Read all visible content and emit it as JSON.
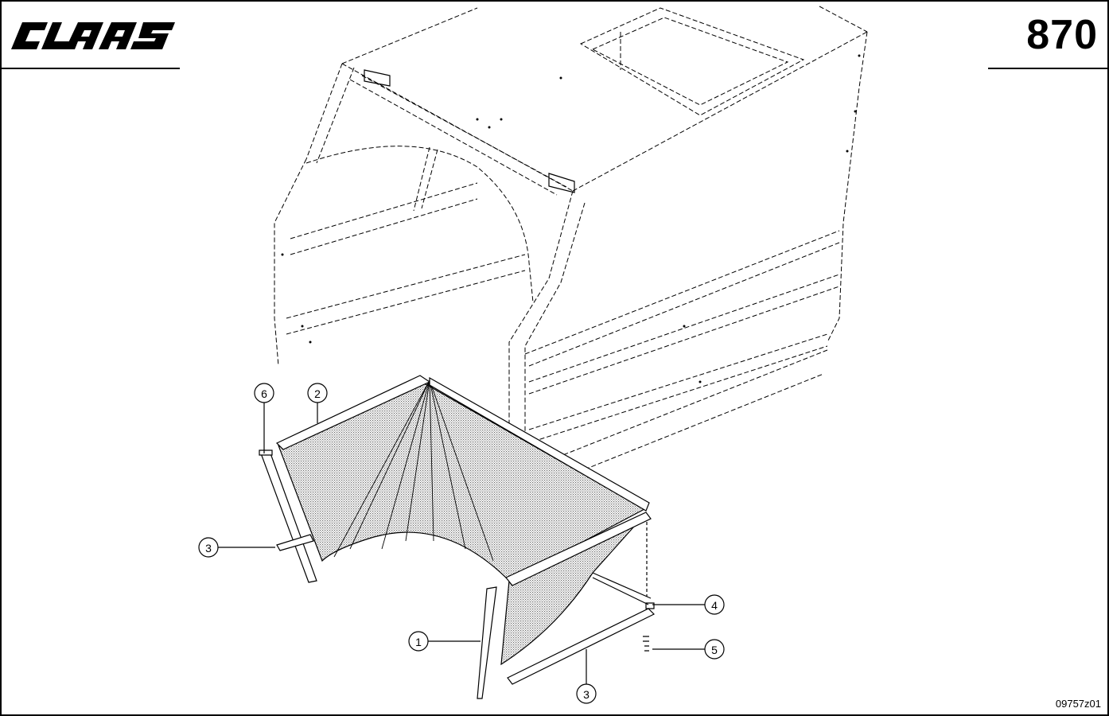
{
  "header": {
    "brand": "CLAAS",
    "page_number": "870"
  },
  "footer": {
    "drawing_id": "09757z01"
  },
  "callouts": [
    {
      "id": "c1",
      "label": "1"
    },
    {
      "id": "c2",
      "label": "2"
    },
    {
      "id": "c3a",
      "label": "3"
    },
    {
      "id": "c3b",
      "label": "3"
    },
    {
      "id": "c4",
      "label": "4"
    },
    {
      "id": "c5",
      "label": "5"
    },
    {
      "id": "c6",
      "label": "6"
    }
  ],
  "colors": {
    "ink": "#000000",
    "background": "#ffffff",
    "mesh_fill": "#d9d9d9"
  }
}
